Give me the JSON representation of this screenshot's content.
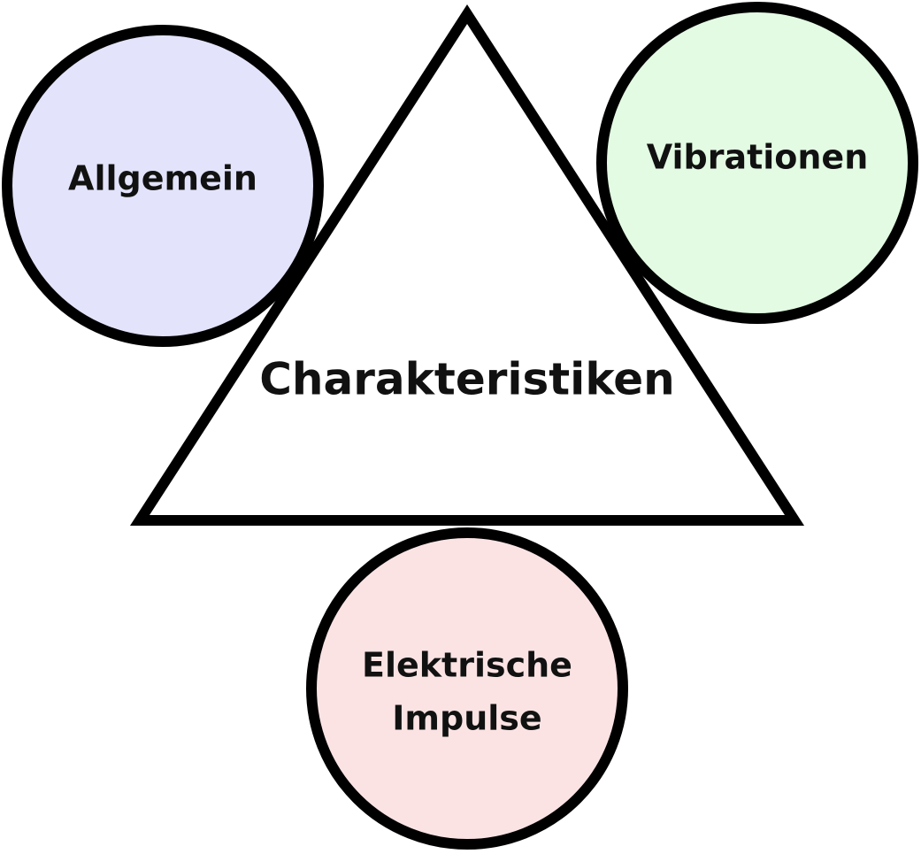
{
  "diagram": {
    "center": {
      "label": "Charakteristiken",
      "fill": "#ffffff"
    },
    "nodes": [
      {
        "id": "allgemein",
        "lines": [
          "Allgemein"
        ],
        "fill": "#e3e3fb"
      },
      {
        "id": "vibrationen",
        "lines": [
          "Vibrationen"
        ],
        "fill": "#e3fbe3"
      },
      {
        "id": "elektrische-impulse",
        "lines": [
          "Elektrische",
          "Impulse"
        ],
        "fill": "#fbe3e4"
      }
    ]
  }
}
